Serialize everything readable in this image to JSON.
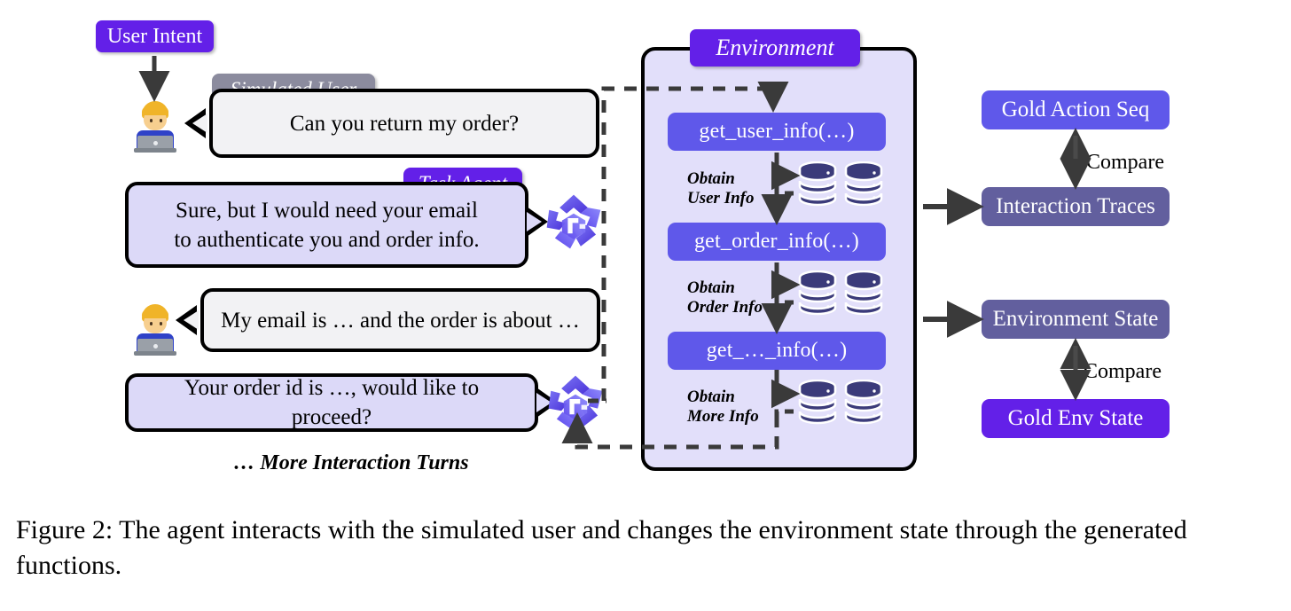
{
  "figure": {
    "caption": "Figure 2: The agent interacts with the simulated user and changes the environment state through the generated functions."
  },
  "left_flow": {
    "user_intent_label": "User Intent",
    "simulated_user_label": "Simulated User",
    "task_agent_label": "Task Agent",
    "more_turns_label": "… More Interaction Turns",
    "messages": [
      {
        "speaker": "Simulated User",
        "text": "Can you return my order?"
      },
      {
        "speaker": "Task Agent",
        "line1": "Sure, but I would need your email",
        "line2": "to authenticate you and order info."
      },
      {
        "speaker": "Simulated User",
        "text": "My email is … and the order is about …"
      },
      {
        "speaker": "Task Agent",
        "text": "Your order id is …, would like to proceed?"
      }
    ]
  },
  "environment": {
    "title": "Environment",
    "functions": [
      {
        "name": "get_user_info(…)"
      },
      {
        "name": "get_order_info(…)"
      },
      {
        "name": "get_…_info(…)"
      }
    ],
    "obtain_labels": [
      {
        "line1": "Obtain",
        "line2": "User Info"
      },
      {
        "line1": "Obtain",
        "line2": "Order Info"
      },
      {
        "line1": "Obtain",
        "line2": "More Info"
      }
    ],
    "database_icon": "database-stack-icon"
  },
  "evaluation": {
    "gold_action_seq": "Gold Action Seq",
    "interaction_traces": "Interaction Traces",
    "environment_state": "Environment State",
    "gold_env_state": "Gold Env State",
    "compare_top": "Compare",
    "compare_bottom": "Compare"
  },
  "colors": {
    "deep_purple": "#6320e8",
    "function_purple": "#5f58ea",
    "gold_action_purple": "#5f58ea",
    "slate_purple": "#625f9e",
    "simulated_user_gray": "#8b8b9e",
    "env_panel_bg": "#e2dffa",
    "agent_bubble_bg": "#dcd9f8",
    "user_bubble_bg": "#f2f2f4",
    "database_navy": "#3b3b7a",
    "arrow_dark": "#3a3a3a"
  }
}
